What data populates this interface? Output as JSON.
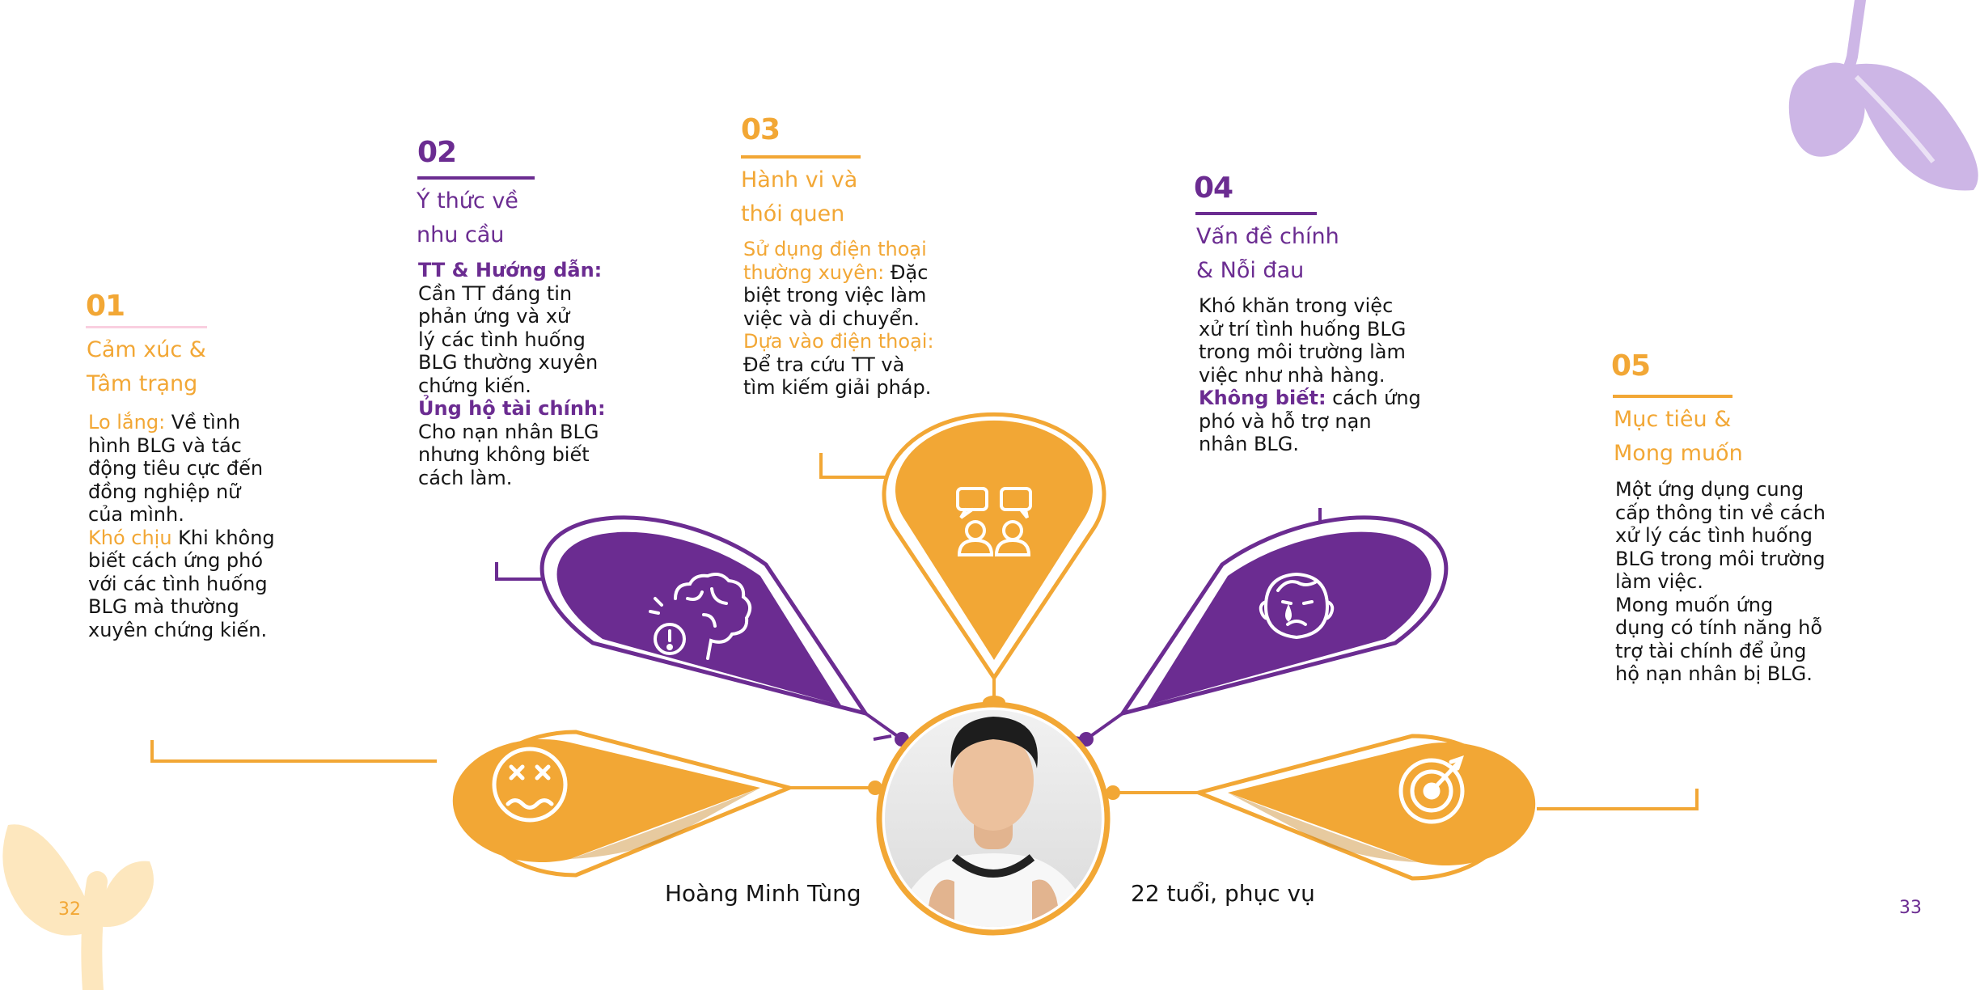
{
  "colors": {
    "orange": "#F2A735",
    "purple": "#6B2C91",
    "light_orange": "#FDE7BE",
    "light_purple": "#CDB6E6",
    "text": "#151515"
  },
  "sections": {
    "s01": {
      "number": "01",
      "heading_1": "Cảm xúc &",
      "heading_2": "Tâm trạng",
      "lines": [
        [
          {
            "t": "Lo lắng:",
            "c": "em-o"
          },
          {
            "t": " Về tình"
          }
        ],
        [
          {
            "t": "hình BLG và tác"
          }
        ],
        [
          {
            "t": "động tiêu cực đến"
          }
        ],
        [
          {
            "t": "đồng nghiệp nữ"
          }
        ],
        [
          {
            "t": "của mình."
          }
        ],
        [
          {
            "t": "Khó chịu",
            "c": "em-o"
          },
          {
            "t": " Khi không"
          }
        ],
        [
          {
            "t": "biết cách ứng phó"
          }
        ],
        [
          {
            "t": "với các tình huống"
          }
        ],
        [
          {
            "t": "BLG mà thường"
          }
        ],
        [
          {
            "t": "xuyên chứng kiến."
          }
        ]
      ],
      "icon": "confused-face-icon"
    },
    "s02": {
      "number": "02",
      "heading_1": "Ý thức về",
      "heading_2": "nhu cầu",
      "lines": [
        [
          {
            "t": "TT & Hướng dẫn:",
            "c": "em-p"
          }
        ],
        [
          {
            "t": "Cần TT đáng tin"
          }
        ],
        [
          {
            "t": "phản ứng và xử"
          }
        ],
        [
          {
            "t": "lý các tình huống"
          }
        ],
        [
          {
            "t": "BLG thường xuyên"
          }
        ],
        [
          {
            "t": "chứng kiến."
          }
        ],
        [
          {
            "t": "Ủng hộ tài chính:",
            "c": "em-p"
          }
        ],
        [
          {
            "t": "Cho nạn nhân BLG"
          }
        ],
        [
          {
            "t": "nhưng không biết"
          }
        ],
        [
          {
            "t": "cách làm."
          }
        ]
      ],
      "icon": "brain-alert-icon"
    },
    "s03": {
      "number": "03",
      "heading_1": "Hành vi và",
      "heading_2": "thói quen",
      "lines": [
        [
          {
            "t": "Sử dụng điện thoại",
            "c": "em-o"
          }
        ],
        [
          {
            "t": "thường xuyên:",
            "c": "em-o"
          },
          {
            "t": " Đặc"
          }
        ],
        [
          {
            "t": "biệt trong việc làm"
          }
        ],
        [
          {
            "t": "việc và di chuyển."
          }
        ],
        [
          {
            "t": "Dựa vào điện thoại:",
            "c": "em-o"
          }
        ],
        [
          {
            "t": "Để tra cứu TT và"
          }
        ],
        [
          {
            "t": "tìm kiếm giải pháp."
          }
        ]
      ],
      "icon": "people-chat-icon"
    },
    "s04": {
      "number": "04",
      "heading_1": "Vấn đề chính",
      "heading_2": "& Nỗi đau",
      "lines": [
        [
          {
            "t": "Khó khăn trong việc"
          }
        ],
        [
          {
            "t": "xử trí tình huống BLG"
          }
        ],
        [
          {
            "t": "trong môi trường làm"
          }
        ],
        [
          {
            "t": "việc như nhà hàng."
          }
        ],
        [
          {
            "t": "Không biết:",
            "c": "em-p"
          },
          {
            "t": " cách ứng"
          }
        ],
        [
          {
            "t": "phó và hỗ trợ nạn"
          }
        ],
        [
          {
            "t": "nhân BLG."
          }
        ]
      ],
      "icon": "crying-face-icon"
    },
    "s05": {
      "number": "05",
      "heading_1": "Mục tiêu &",
      "heading_2": "Mong muốn",
      "lines": [
        [
          {
            "t": "Một ứng dụng cung"
          }
        ],
        [
          {
            "t": "cấp thông tin về cách"
          }
        ],
        [
          {
            "t": "xử lý các tình huống"
          }
        ],
        [
          {
            "t": "BLG trong môi trường"
          }
        ],
        [
          {
            "t": "làm việc."
          }
        ],
        [
          {
            "t": "Mong muốn ứng"
          }
        ],
        [
          {
            "t": "dụng có tính năng hỗ"
          }
        ],
        [
          {
            "t": "trợ tài chính để ủng"
          }
        ],
        [
          {
            "t": "hộ nạn nhân bị BLG."
          }
        ]
      ],
      "icon": "target-icon"
    }
  },
  "persona": {
    "name": "Hoàng Minh Tùng",
    "details": "22 tuổi, phục vụ"
  },
  "pages": {
    "left": "32",
    "right": "33"
  }
}
